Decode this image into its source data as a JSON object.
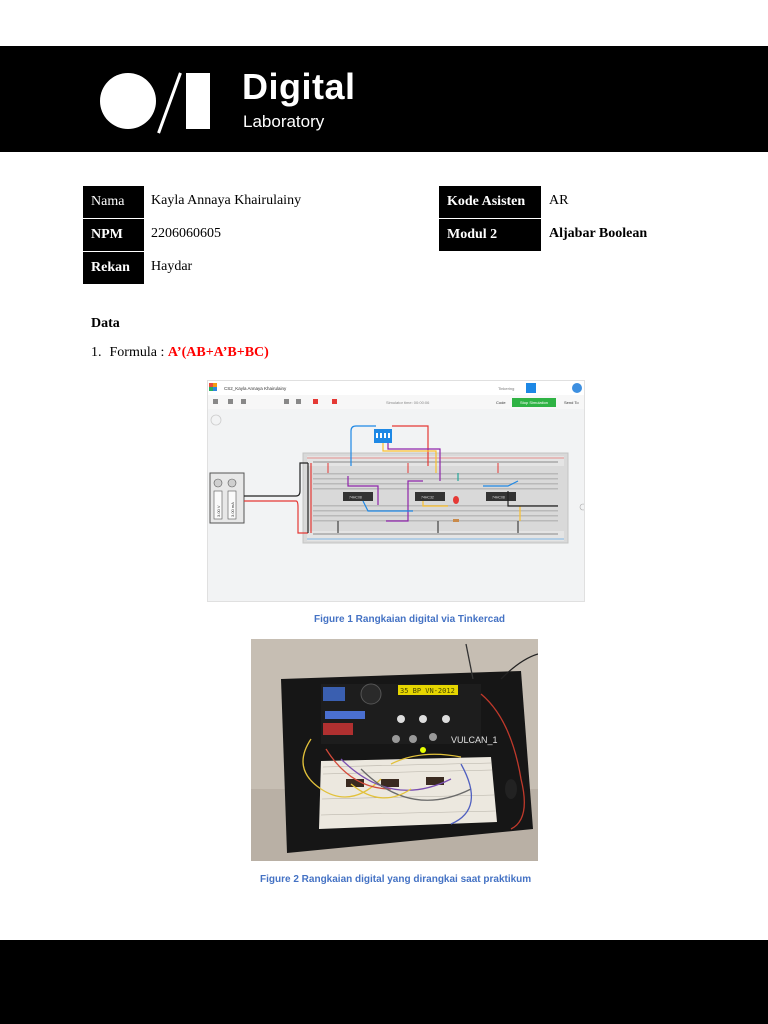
{
  "header": {
    "title": "Digital",
    "subtitle": "Laboratory"
  },
  "info": {
    "nama_label": "Nama",
    "nama_value": "Kayla Annaya Khairulainy",
    "npm_label": "NPM",
    "npm_value": "2206060605",
    "rekan_label": "Rekan",
    "rekan_value": "Haydar",
    "kode_label": "Kode Asisten",
    "kode_value": "AR",
    "modul_label": "Modul 2",
    "modul_value": "Aljabar Boolean"
  },
  "section": {
    "title": "Data"
  },
  "formula": {
    "number": "1.",
    "label": "Formula :",
    "expression": "A’(AB+A’B+BC)"
  },
  "figure1": {
    "caption": "Figure 1 Rangkaian digital via Tinkercad",
    "project_name": "CS2_Kayla Annaya Khairulainy",
    "sim_time": "Simulator time: 00:00:06",
    "stop_button": "Stop Simulation",
    "code_label": "Code",
    "send_label": "Send To",
    "tinkering_label": "Tinkering",
    "battery_labels": [
      "3.00 V",
      "3.00 mA"
    ],
    "chip_labels": [
      "74HC08",
      "74HC32",
      "74HC08"
    ]
  },
  "figure2": {
    "caption": "Figure 2 Rangkaian digital yang dirangkai saat praktikum",
    "board_label": "VULCAN_1",
    "lcd_text": "35 BP VN-2012"
  }
}
